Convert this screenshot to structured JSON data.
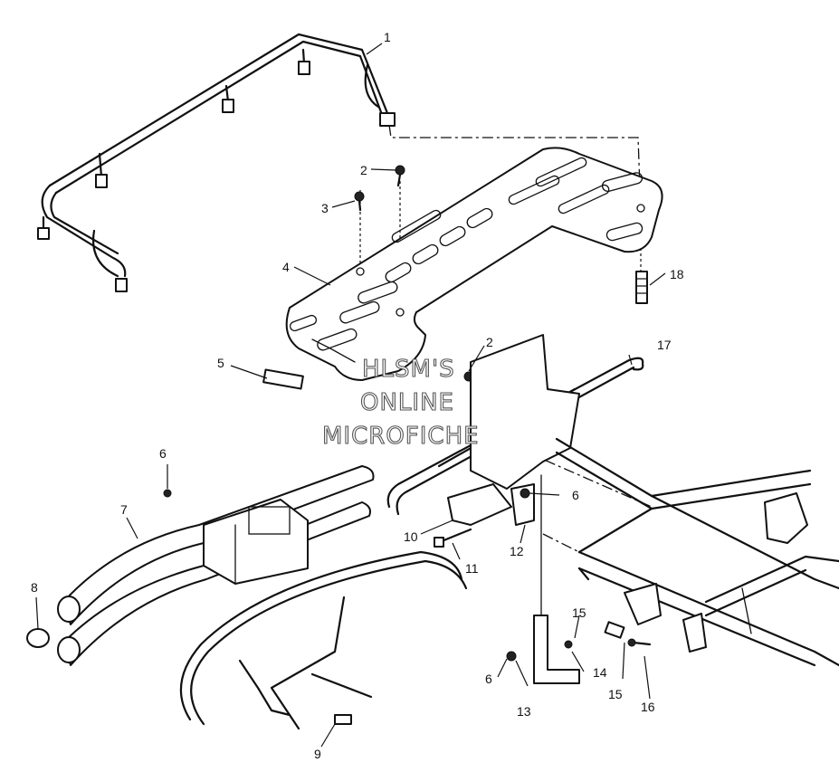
{
  "watermark": {
    "line1": "HLSM'S",
    "line2": "ONLINE",
    "line3": "MICROFICHE"
  },
  "callouts": {
    "c1": "1",
    "c2a": "2",
    "c2b": "2",
    "c3": "3",
    "c4": "4",
    "c5": "5",
    "c6a": "6",
    "c6b": "6",
    "c6c": "6",
    "c7": "7",
    "c8": "8",
    "c9": "9",
    "c10": "10",
    "c11": "11",
    "c12": "12",
    "c13": "13",
    "c14": "14",
    "c15a": "15",
    "c15b": "15",
    "c16": "16",
    "c17": "17",
    "c18": "18"
  }
}
